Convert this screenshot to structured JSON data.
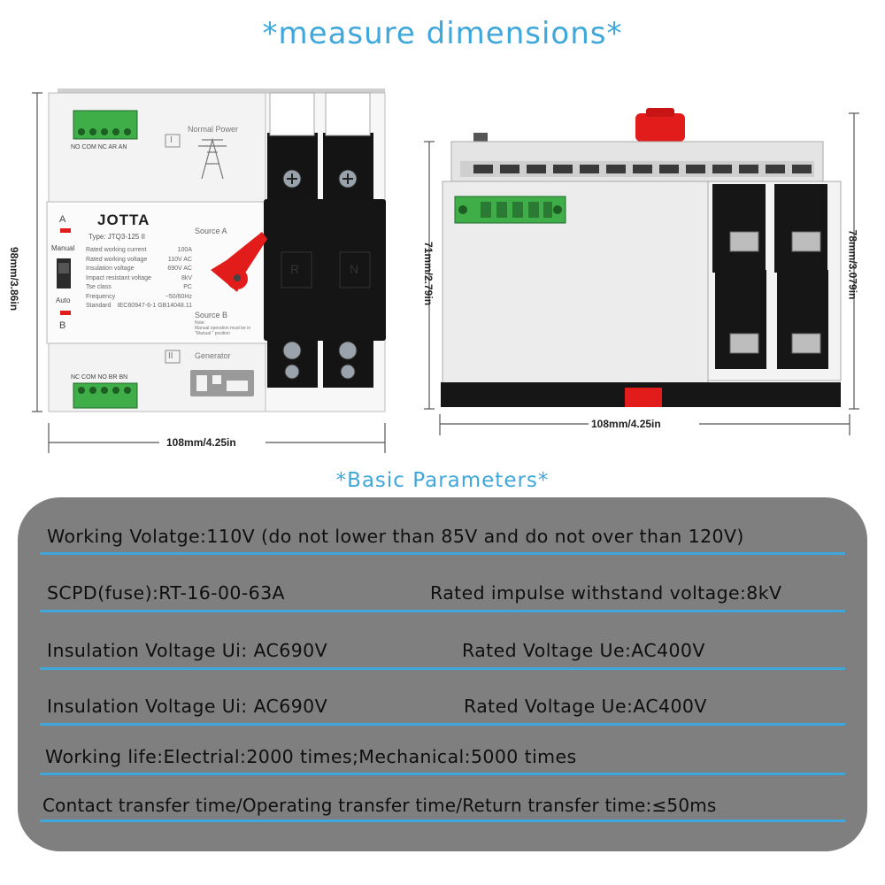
{
  "titles": {
    "measure": "*measure dimensions*",
    "basic": "*Basic Parameters*"
  },
  "front": {
    "width_label": "108mm/4.25in",
    "height_label": "98mm/3.86in",
    "brand": "JOTTA",
    "type": "Type:  JTQ3-125 II",
    "specs": [
      {
        "name": "Rated working current",
        "value": "100A"
      },
      {
        "name": "Rated working voltage",
        "value": "110V AC"
      },
      {
        "name": "Insulation voltage",
        "value": "690V AC"
      },
      {
        "name": "Impact  resistant voltage",
        "value": "8kV"
      },
      {
        "name": "Tse class",
        "value": "PC"
      },
      {
        "name": "Frequency",
        "value": "~50/60Hz"
      },
      {
        "name": "Standard",
        "value": "IEC60947-6-1 GB14048.11"
      }
    ],
    "top_terminals": "NO COM NC AR AN",
    "bottom_terminals": "NC COM NO BR BN",
    "roman_top": "I",
    "roman_bottom": "II",
    "normal_power": "Normal Power",
    "generator": "Generator",
    "source_a": "Source A",
    "source_b": "Source B",
    "side_a": "A",
    "side_b": "B",
    "manual": "Manual",
    "auto": "Auto",
    "note": "Note:",
    "note_text": "Manual operation must be in",
    "note_text2": "\"Manual \"  position",
    "pole_r": "R",
    "pole_n": "N"
  },
  "side": {
    "width_label": "108mm/4.25in",
    "left_height_label": "71mm/2.79in",
    "right_height_label": "78mm/3.079in"
  },
  "params": [
    {
      "left": "Working Volatge:110V (do not lower than 85V and do not over than 120V)",
      "right": ""
    },
    {
      "left": "SCPD(fuse):RT-16-00-63A",
      "right": "Rated impulse withstand voltage:8kV"
    },
    {
      "left": "Insulation Voltage Ui: AC690V",
      "right": "Rated Voltage Ue:AC400V"
    },
    {
      "left": "Insulation Voltage Ui: AC690V",
      "right": "Rated Voltage Ue:AC400V"
    },
    {
      "left": "Working life:Electrial:2000 times;Mechanical:5000 times",
      "right": ""
    },
    {
      "left": "Contact transfer time/Operating transfer time/Return transfer time:≤50ms",
      "right": ""
    }
  ],
  "colors": {
    "accent": "#3ea7dc",
    "panel": "#7f7f7f",
    "handle_red": "#e21b1b",
    "terminal_green": "#3fae49"
  }
}
